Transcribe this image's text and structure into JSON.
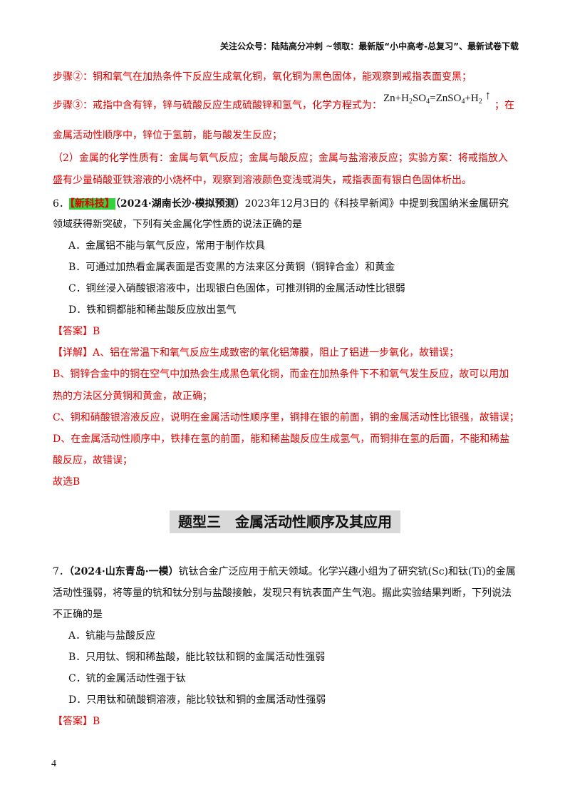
{
  "header": "关注公众号：陆陆高分冲刺  ~领取：最新版“小中高考-总复习”、最新试卷下载",
  "prev": {
    "step2": "步骤②：铜和氧气在加热条件下反应生成氧化铜，氧化铜为黑色固体，能观察到戒指表面变黑；",
    "step3_a": "步骤③：戒指中含有锌，锌与硫酸反应生成硫酸锌和氢气，化学方程式为：",
    "step3_b": "；在",
    "step3_c": "金属活动性顺序中，锌位于氢前，能与酸发生反应；",
    "q2_line1": "（2）金属的化学性质有：金属与氧气反应；金属与酸反应；金属与盐溶液反应；实验方案：将戒指放入",
    "q2_line2": "盛有少量硝酸亚铁溶液的小烧杯中，观察到溶液颜色变浅或消失，戒指表面有银白色固体析出。"
  },
  "formula": {
    "zn": "Zn+H",
    "sub1": "2",
    "so4": "SO",
    "sub2": "4",
    "eq": "=ZnSO",
    "sub3": "4",
    "plus": "+H",
    "sub4": "2",
    "arrow": "↑"
  },
  "q6": {
    "num": "6．",
    "tag": "【新科技】",
    "source": "（2024·湖南长沙·模拟预测）",
    "stem1": "2023年12月3日的《科技早新闻》中提到我国纳米金属研究",
    "stem2": "领域获得新突破，下列有关金属化学性质的说法正确的是",
    "options": [
      "A．金属铝不能与氧气反应，常用于制作炊具",
      "B．可通过加热看金属表面是否变黑的方法来区分黄铜（铜锌合金）和黄金",
      "C．铜丝浸入硝酸银溶液中，出现银白色固体，可推测铜的金属活动性比银弱",
      "D．铁和铜都能和稀盐酸反应放出氢气"
    ],
    "answer": "【答案】B",
    "explain": [
      "【详解】A、铝在常温下和氧气反应生成致密的氧化铝薄膜，阻止了铝进一步氧化，故错误；",
      "B、铜锌合金中的铜在空气中加热会生成黑色氧化铜，而金在加热条件下不和氧气发生反应，故可以用加",
      "热的方法区分黄铜和黄金，故正确；",
      "C、铜和硝酸银溶液反应，说明在金属活动性顺序里，铜排在银的前面，铜的金属活动性比银强，故错误；",
      "D、在金属活动性顺序中，铁排在氢的前面，能和稀盐酸反应生成氢气，而铜排在氢的后面，不能和稀盐",
      "酸反应，故错误；",
      "故选B"
    ]
  },
  "section_title": "题型三　金属活动性顺序及其应用",
  "q7": {
    "num": "7．",
    "source": "（2024·山东青岛·一模）",
    "stem1": "钪钛合金广泛应用于航天领域。化学兴趣小组为了研究钪(Sc)和钛(Ti)的金属",
    "stem2": "活动性强弱，将等量的钪和钛分别与盐酸接触，发现只有钪表面产生气泡。据此实验结果判断，下列说法",
    "stem3": "不正确的是",
    "options": [
      "A．钪能与盐酸反应",
      "B．只用钛、铜和稀盐酸，能比较钛和铜的金属活动性强弱",
      "C．钪的金属活动性强于钛",
      "D．只用钛和硫酸铜溶液，能比较钛和铜的金属活动性强弱"
    ],
    "answer": "【答案】B"
  },
  "page_number": "4"
}
